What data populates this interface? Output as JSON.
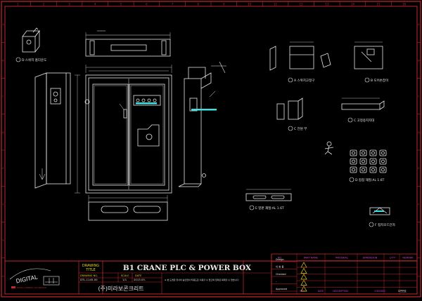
{
  "colors": {
    "background": "#000000",
    "border_red": "#c0282d",
    "line_white": "#e8e8e8",
    "label_cyan": "#3fd8d8",
    "label_magenta": "#d040c8",
    "warn_yellow": "#e6d21e",
    "highlight_cyan": "#40e0e0",
    "frame_number_red": "#c0282d"
  },
  "frame": {
    "column_numbers": [
      "1",
      "2",
      "3",
      "4",
      "5",
      "6",
      "7",
      "8",
      "9",
      "10",
      "11",
      "12",
      "13",
      "14",
      "15",
      "16"
    ],
    "row_letters": [
      "A",
      "B",
      "C",
      "D",
      "E",
      "F",
      "G",
      "H"
    ]
  },
  "views": {
    "d_label": "D 스위치 홈다운도",
    "a_label": "A 스위치고정구",
    "b_label": "B 도어손잡이",
    "c_label": "C 전원 부",
    "c2_label": "C 고정용지지대",
    "d2_label": "D 접점  재질:AL 1.6T",
    "e_label": "E 밑판   재질:AL 1.6T",
    "f_label": "F 접지모드단자"
  },
  "title_block": {
    "logo_text": "DIGITAL",
    "company_small": "DIGITAL CONTROL AUTOMATION",
    "drawing_title_label": "DRAWING TITLE",
    "drawing_title": "B1 CRANE PLC & POWER BOX",
    "drawing_no_label": "DRAWING NO.",
    "drawing_no": "DTL-1145-00",
    "scale_label": "SCALE",
    "scale": "1/1",
    "date_label": "DATE",
    "date": "2013.03.",
    "company_name": "(주)미라보콘크리트",
    "row_labels": [
      "Design",
      "이 화 용",
      "Checked",
      "-",
      "Approved"
    ],
    "notes": "※ 본 도면은 당사의 승인없이 타용도로 사용할 수 없으며 임의로 복제할 수 없습니다.",
    "parts_headers": [
      "NO.",
      "PART NAME",
      "MATERIAL",
      "DIMENSION",
      "Q'TY",
      "REMARK"
    ],
    "revision_headers": [
      "REV.",
      "DATE",
      "DESCRIPTION",
      "CHECKED"
    ],
    "sheet_info": "도면번호"
  }
}
